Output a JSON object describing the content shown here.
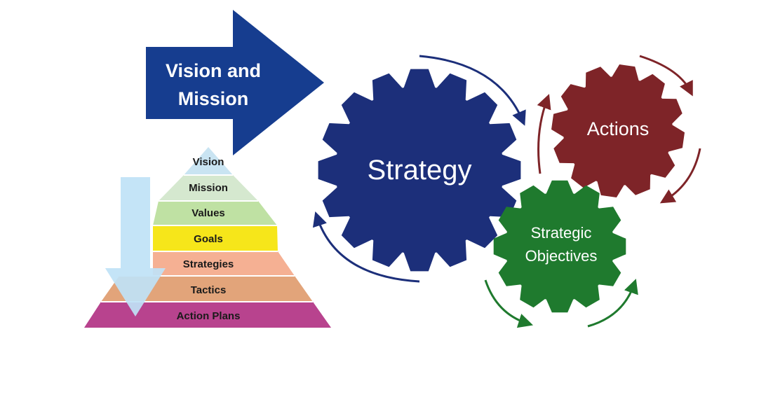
{
  "arrow": {
    "text_lines": [
      "Vision and",
      "Mission"
    ],
    "color": "#163d8f"
  },
  "pyramid": {
    "levels": [
      {
        "label": "Vision",
        "color": "#c9e4f2"
      },
      {
        "label": "Mission",
        "color": "#d5e8cf"
      },
      {
        "label": "Values",
        "color": "#bfe1a3"
      },
      {
        "label": "Goals",
        "color": "#f6e61a"
      },
      {
        "label": "Strategies",
        "color": "#f5b093"
      },
      {
        "label": "Tactics",
        "color": "#e2a47a"
      },
      {
        "label": "Action Plans",
        "color": "#b8438e"
      }
    ],
    "down_arrow_color": "#bfe2f6"
  },
  "gears": {
    "strategy": {
      "text_lines": [
        "Strategy"
      ],
      "color": "#1c2f7a"
    },
    "actions": {
      "text_lines": [
        "Actions"
      ],
      "color": "#7e2428"
    },
    "objectives": {
      "text_lines": [
        "Strategic",
        "Objectives"
      ],
      "color": "#1f7a2e"
    }
  },
  "colors": {
    "strategy_arrows": "#1c2f7a",
    "actions_arrows": "#7e2428",
    "objectives_arrows": "#1f7a2e"
  }
}
